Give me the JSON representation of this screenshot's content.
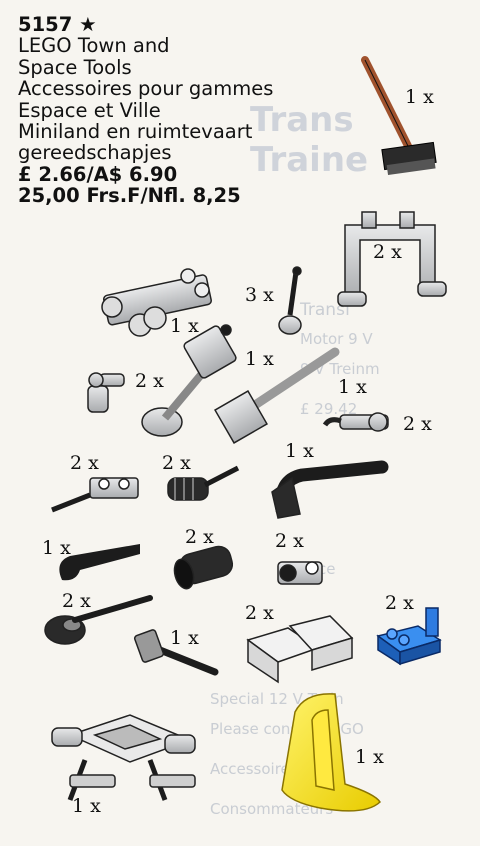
{
  "set": {
    "number": "5157",
    "star": "★",
    "title_en": [
      "LEGO Town and",
      "Space Tools"
    ],
    "title_fr": [
      "Accessoires pour gammes",
      "Espace et Ville"
    ],
    "title_nl": [
      "Miniland en ruimtevaart",
      "gereedschapjes"
    ],
    "price_line_1": "£ 2.66/A$ 6.90",
    "price_line_2": "25,00 Frs.F/Nfl. 8,25"
  },
  "quantities": {
    "broom": "1 x",
    "arch": "2 x",
    "antenna": "3 x",
    "camera": "1 x",
    "arm": "1 x",
    "hinge_clip": "2 x",
    "shovel": "1 x",
    "clip_arm": "2 x",
    "plate_wrench": "2 x",
    "spring": "2 x",
    "hose": "1 x",
    "wrench": "1 x",
    "engine": "2 x",
    "round_plate": "2 x",
    "knob_plate": "2 x",
    "hammer": "1 x",
    "bricks_grey": "2 x",
    "blue_plate": "2 x",
    "frame": "1 x",
    "yellow_tank": "1 x"
  },
  "colors": {
    "grey": "#c4c6c8",
    "dark": "#1c1c1c",
    "yellow": "#f6e21c",
    "blue": "#1d6fd0",
    "brown": "#a0522d"
  }
}
